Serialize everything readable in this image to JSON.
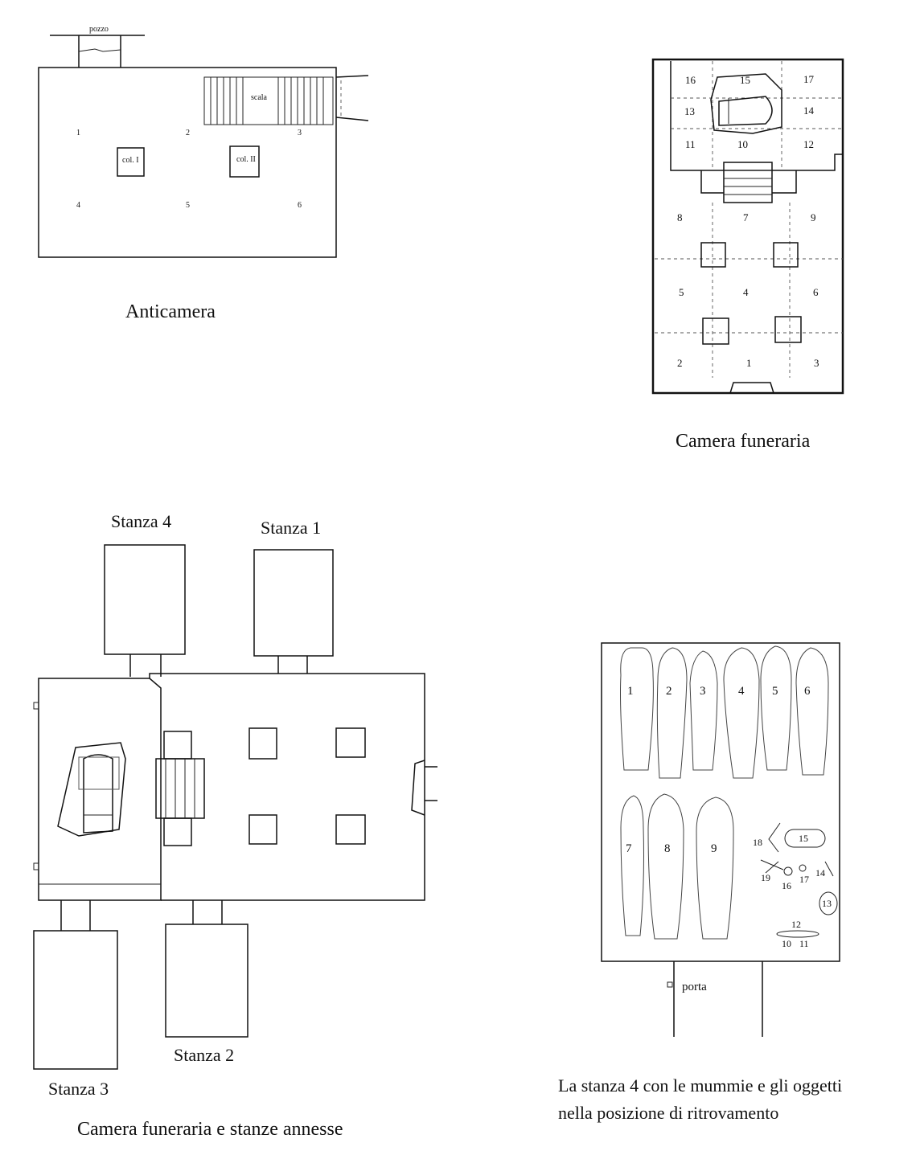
{
  "anticamera": {
    "caption": "Anticamera",
    "well_label": "pozzo",
    "stair_label": "scala",
    "column_labels": [
      "col. I",
      "col. II"
    ],
    "sector_numbers": [
      "1",
      "2",
      "3",
      "4",
      "5",
      "6"
    ]
  },
  "camera_funeraria": {
    "caption": "Camera funeraria",
    "sector_numbers": [
      "1",
      "2",
      "3",
      "4",
      "5",
      "6",
      "7",
      "8",
      "9",
      "10",
      "11",
      "12",
      "13",
      "14",
      "15",
      "16",
      "17"
    ]
  },
  "complex": {
    "caption": "Camera funeraria e stanze annesse",
    "rooms": [
      "Stanza 4",
      "Stanza 1",
      "Stanza 3",
      "Stanza 2"
    ]
  },
  "stanza4": {
    "caption_line1": "La stanza 4 con le mummie e gli oggetti",
    "caption_line2": "nella posizione di ritrovamento",
    "door_label": "porta",
    "mummy_numbers": [
      "1",
      "2",
      "3",
      "4",
      "5",
      "6",
      "7",
      "8",
      "9"
    ],
    "object_numbers": [
      "10",
      "11",
      "12",
      "13",
      "14",
      "15",
      "16",
      "17",
      "18",
      "19"
    ]
  }
}
